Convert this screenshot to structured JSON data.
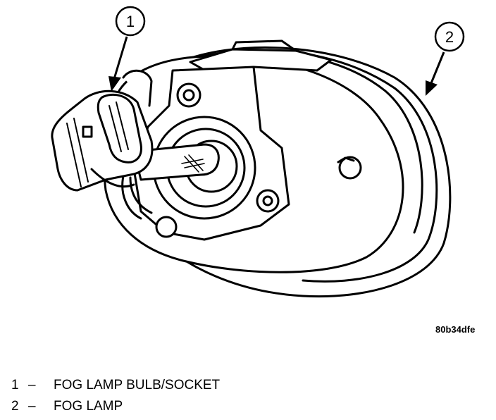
{
  "callouts": [
    {
      "number": "1"
    },
    {
      "number": "2"
    }
  ],
  "figure_id": "80b34dfe",
  "legend": [
    {
      "number": "1",
      "dash": "–",
      "label": "FOG LAMP BULB/SOCKET"
    },
    {
      "number": "2",
      "dash": "–",
      "label": "FOG LAMP"
    }
  ]
}
